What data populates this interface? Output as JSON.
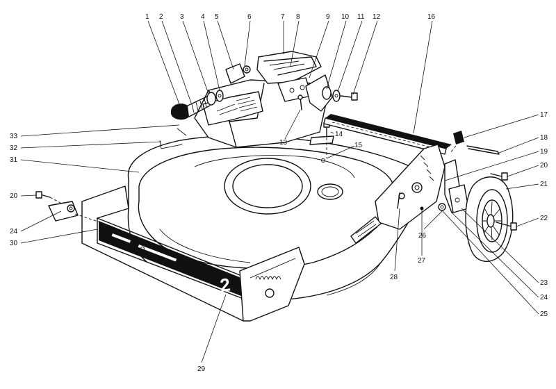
{
  "diagram": {
    "callouts": [
      "1",
      "2",
      "3",
      "4",
      "5",
      "6",
      "7",
      "8",
      "9",
      "10",
      "11",
      "12",
      "13",
      "14",
      "15",
      "16",
      "17",
      "18",
      "19",
      "20",
      "20",
      "21",
      "22",
      "23",
      "24",
      "24",
      "25",
      "26",
      "27",
      "28",
      "29",
      "30",
      "31",
      "32",
      "33"
    ],
    "deck_decal": "2"
  }
}
